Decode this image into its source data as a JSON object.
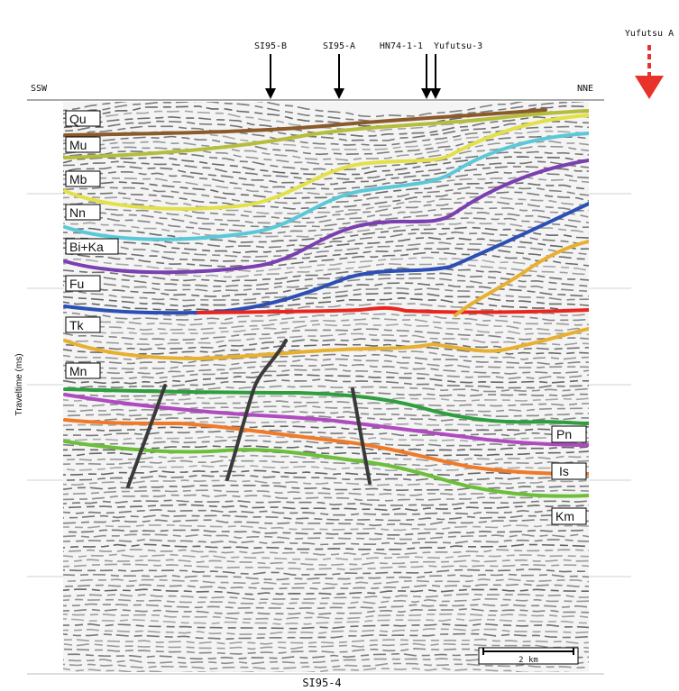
{
  "section": {
    "line_name": "SI95-4",
    "orientation_left": "SSW",
    "orientation_right": "NNE",
    "y_axis_label": "Traveltime (ms)",
    "scale_bar_label": "2 km"
  },
  "wells": [
    {
      "name": "SI95-B"
    },
    {
      "name": "SI95-A"
    },
    {
      "name": "HN74-1-1"
    },
    {
      "name": "Yufutsu-3"
    }
  ],
  "projected_well": {
    "name": "Yufutsu A",
    "arrow_color": "#e8322a"
  },
  "formations_left": [
    "Qu",
    "Mu",
    "Mb",
    "Nn",
    "Bi+Ka",
    "Fu",
    "Tk",
    "Mn"
  ],
  "formations_right": [
    "Pn",
    "Is",
    "Km"
  ],
  "horizon_colors": {
    "Qu": "#8b5a2b",
    "Mu": "#b5bd3c",
    "Mb": "#e3e04a",
    "Nn": "#5bc8d8",
    "Bi+Ka": "#7a3fb0",
    "Fu": "#2b4fb5",
    "Tk": "#e8261e",
    "Mn": "#e8b030",
    "Pn": "#2e9e3e",
    "Is": "#b04ac0",
    "Km": "#f07a28",
    "deep": "#6cbf3a",
    "fault": "#3a3a3a"
  }
}
